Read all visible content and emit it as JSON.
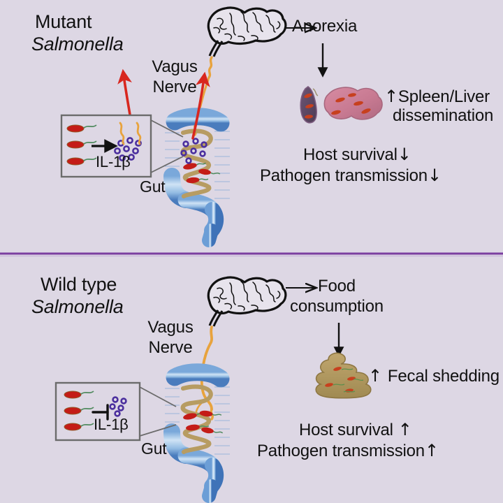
{
  "figure": {
    "background_color": "#ddd7e4",
    "divider_color": "#7b3fa0",
    "text_color": "#111111"
  },
  "panels": [
    {
      "id": "mutant",
      "title_line1": "Mutant",
      "title_line2": "Salmonella",
      "nerve_label_line1": "Vagus",
      "nerve_label_line2": "Nerve",
      "gut_label": "Gut",
      "inset": {
        "cytokine_label": "IL-1β",
        "relation": "activation-arrow",
        "bacteria_count": 3,
        "cytokine_dot_count": 8,
        "bacteria_color": "#c41c17",
        "flagella_color": "#4f8a5e",
        "cytokine_color": "#4b2f9e",
        "nerve_color": "#e8a33d"
      },
      "brain_to_outcome_arrow": "→",
      "outcome_primary": "Anorexia",
      "organ_outcome_symbol": "↑",
      "organ_outcome_line1": "Spleen/Liver",
      "organ_outcome_line2": "dissemination",
      "result_line1_text": "Host survival",
      "result_line1_symbol": "↓",
      "result_line2_text": "Pathogen transmission",
      "result_line2_symbol": "↓",
      "organs": [
        {
          "name": "spleen",
          "color": "#5d4a63"
        },
        {
          "name": "liver",
          "color": "#cd7d96"
        }
      ],
      "signal_arrows": {
        "count": 2,
        "color": "#d8271f",
        "direction": "gut-to-brain"
      }
    },
    {
      "id": "wildtype",
      "title_line1": "Wild type",
      "title_line2": "Salmonella",
      "nerve_label_line1": "Vagus",
      "nerve_label_line2": "Nerve",
      "gut_label": "Gut",
      "inset": {
        "cytokine_label": "IL-1β",
        "relation": "inhibition-bar",
        "bacteria_count": 3,
        "cytokine_dot_count": 5,
        "bacteria_color": "#c41c17",
        "flagella_color": "#4f8a5e",
        "cytokine_color": "#4b2f9e",
        "nerve_color": "#e8a33d"
      },
      "brain_to_outcome_arrow": "→",
      "outcome_primary_line1": "Food",
      "outcome_primary_line2": "consumption",
      "feces_outcome_symbol": "↑",
      "feces_outcome_text": "Fecal shedding",
      "result_line1_text": "Host survival",
      "result_line1_symbol": "↑",
      "result_line2_text": "Pathogen transmission",
      "result_line2_symbol": "↑",
      "feces": {
        "name": "stool",
        "color": "#b59a60"
      },
      "signal_arrows": {
        "count": 0,
        "color": "#e8a33d",
        "direction": "gut-to-brain"
      }
    }
  ]
}
